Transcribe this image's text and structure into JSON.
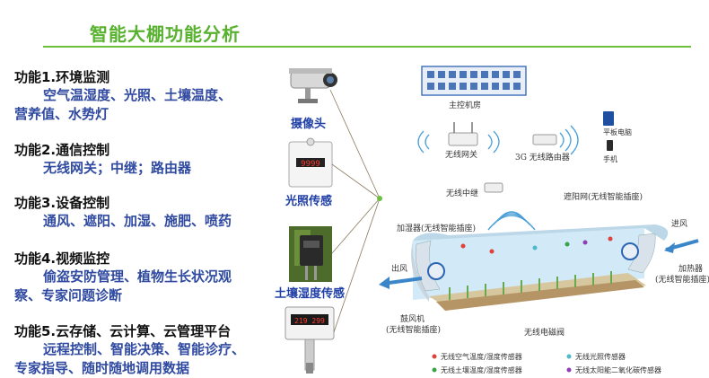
{
  "title": "智能大棚功能分析",
  "features": [
    {
      "heading": "功能1.环境监测",
      "lines": [
        "空气温湿度、光照、土壤温度、",
        "营养值、水势灯"
      ]
    },
    {
      "heading": "功能2.通信控制",
      "lines": [
        "无线网关；中继；路由器"
      ]
    },
    {
      "heading": "功能3.设备控制",
      "lines": [
        "通风、遮阳、加湿、施肥、喷药"
      ]
    },
    {
      "heading": "功能4.视频监控",
      "lines": [
        "偷盗安防管理、植物生长状况观",
        "察、专家问题诊断"
      ]
    },
    {
      "heading": "功能5.云存储、云计算、云管理平台",
      "lines": [
        "远程控制、智能决策、智能诊疗、",
        "专家指导、随时随地调用数据"
      ]
    }
  ],
  "devices": {
    "camera": "摄像头",
    "light": "光照传感",
    "light_display": "9999",
    "soil": "土壤湿度传感",
    "temp_display": "219 299"
  },
  "diagram": {
    "server": "主控机房",
    "gateway": "无线网关",
    "router": "3G 无线路由器",
    "tablet": "平板电脑",
    "phone": "手机",
    "relay": "无线中继",
    "shade": "遮阳网(无线智能插座)",
    "humidifier": "加湿器(无线智能插座)",
    "wind_in": "进风",
    "wind_out": "出风",
    "heater_1": "加热器",
    "heater_2": "(无线智能插座)",
    "fan_1": "鼓风机",
    "fan_2": "(无线智能插座)",
    "valve": "无线电磁阀"
  },
  "legend": [
    {
      "label": "无线空气温度/湿度传感器",
      "color": "#e0413b"
    },
    {
      "label": "无线光照传感器",
      "color": "#4fb8c9"
    },
    {
      "label": "无线土壤温度/湿度传感器",
      "color": "#38a447"
    },
    {
      "label": "无线太阳能二氧化碳传感器",
      "color": "#8e3fb5"
    }
  ]
}
